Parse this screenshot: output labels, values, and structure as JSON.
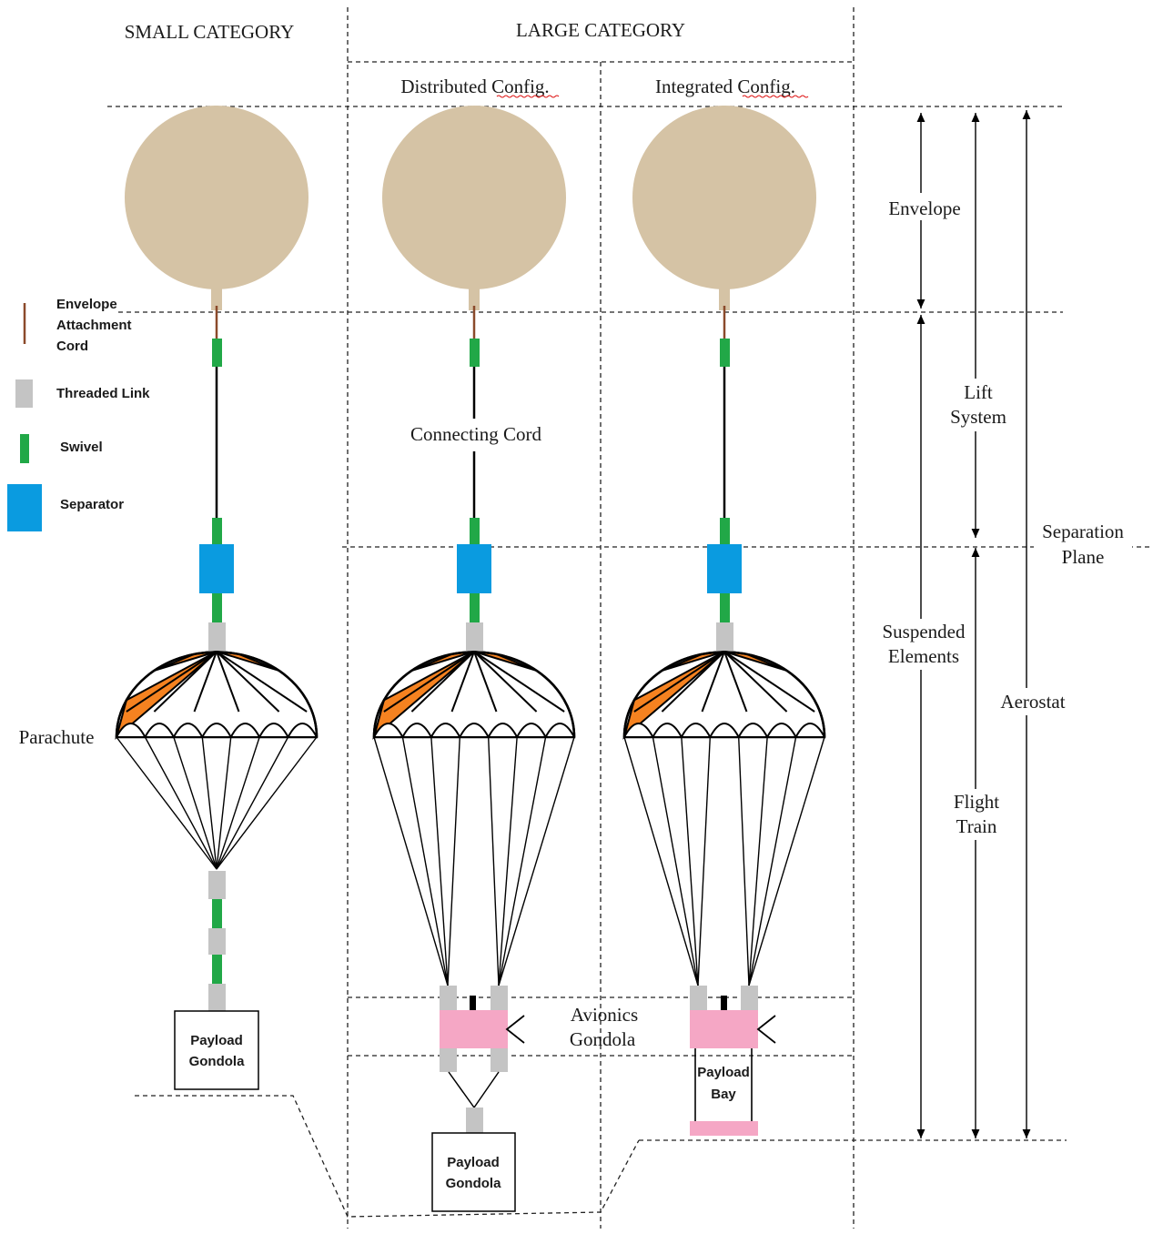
{
  "headers": {
    "small": "SMALL CATEGORY",
    "large": "LARGE CATEGORY",
    "distributed": "Distributed Config.",
    "integrated": "Integrated Config."
  },
  "legend": {
    "attachment_cord_line1": "Envelope",
    "attachment_cord_line2": "Attachment",
    "attachment_cord_line3": "Cord",
    "threaded_link": "Threaded Link",
    "swivel": "Swivel",
    "separator": "Separator"
  },
  "labels": {
    "parachute": "Parachute",
    "connecting_cord": "Connecting Cord",
    "avionics_line1": "Avionics",
    "avionics_line2": "Gondola",
    "payload_gondola_line1": "Payload",
    "payload_gondola_line2": "Gondola",
    "payload_bay_line1": "Payload",
    "payload_bay_line2": "Bay"
  },
  "dimensions": {
    "envelope": "Envelope",
    "lift_line1": "Lift",
    "lift_line2": "System",
    "separation_line1": "Separation",
    "separation_line2": "Plane",
    "suspended_line1": "Suspended",
    "suspended_line2": "Elements",
    "aerostat": "Aerostat",
    "flight_line1": "Flight",
    "flight_line2": "Train"
  },
  "colors": {
    "envelope": "#d5c3a5",
    "swivel": "#21a847",
    "separator": "#0a9be0",
    "threaded_link": "#c4c4c4",
    "attachment_cord": "#8b4a2b",
    "canopy_orange": "#f58220",
    "avionics": "#f5a7c5",
    "connecting_cord": "#000000"
  }
}
